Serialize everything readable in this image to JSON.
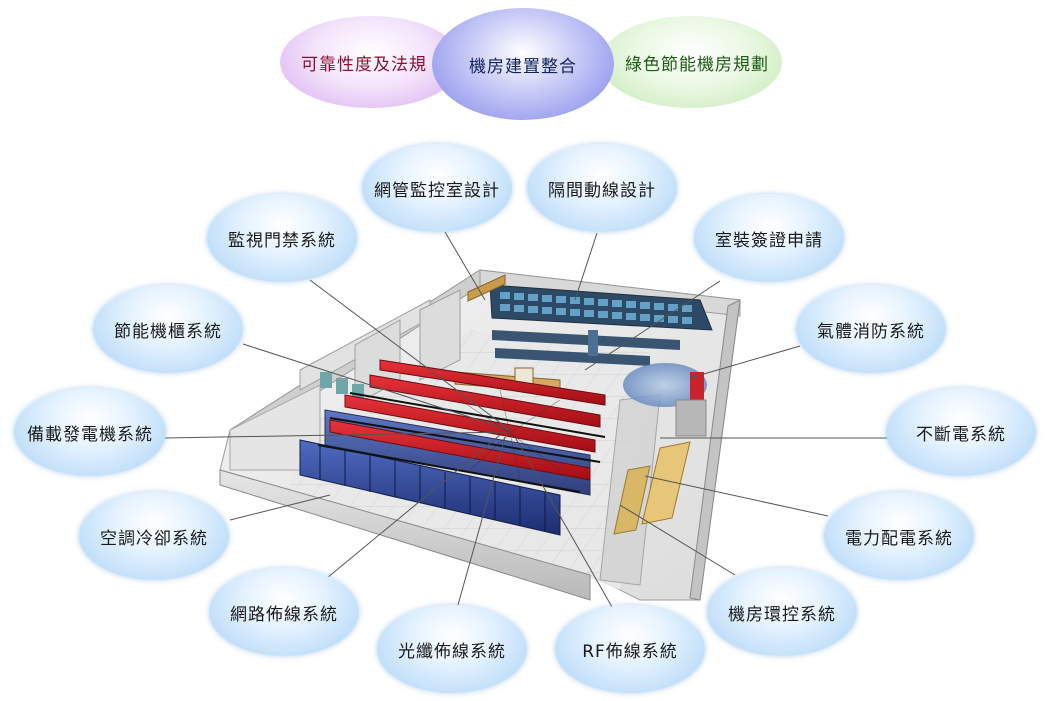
{
  "header": {
    "left": "可靠性度及法規",
    "center": "機房建置整合",
    "right": "綠色節能機房規劃"
  },
  "nodes": {
    "monitor_room": "網管監控室設計",
    "partition": "隔間動線設計",
    "permit": "室裝簽證申請",
    "cctv_access": "監視門禁系統",
    "gas_fire": "氣體消防系統",
    "energy_rack": "節能機櫃系統",
    "ups": "不斷電系統",
    "generator": "備載發電機系統",
    "power": "電力配電系統",
    "hvac": "空調冷卻系統",
    "env_monitor": "機房環控系統",
    "network": "網路佈線系統",
    "fiber": "光纖佈線系統",
    "rf": "RF佈線系統"
  },
  "colors": {
    "bubble_blue": "#a9d2f5",
    "rack_red": "#c8141c",
    "rack_blue": "#2a3f8f",
    "leader_line": "#555555"
  }
}
